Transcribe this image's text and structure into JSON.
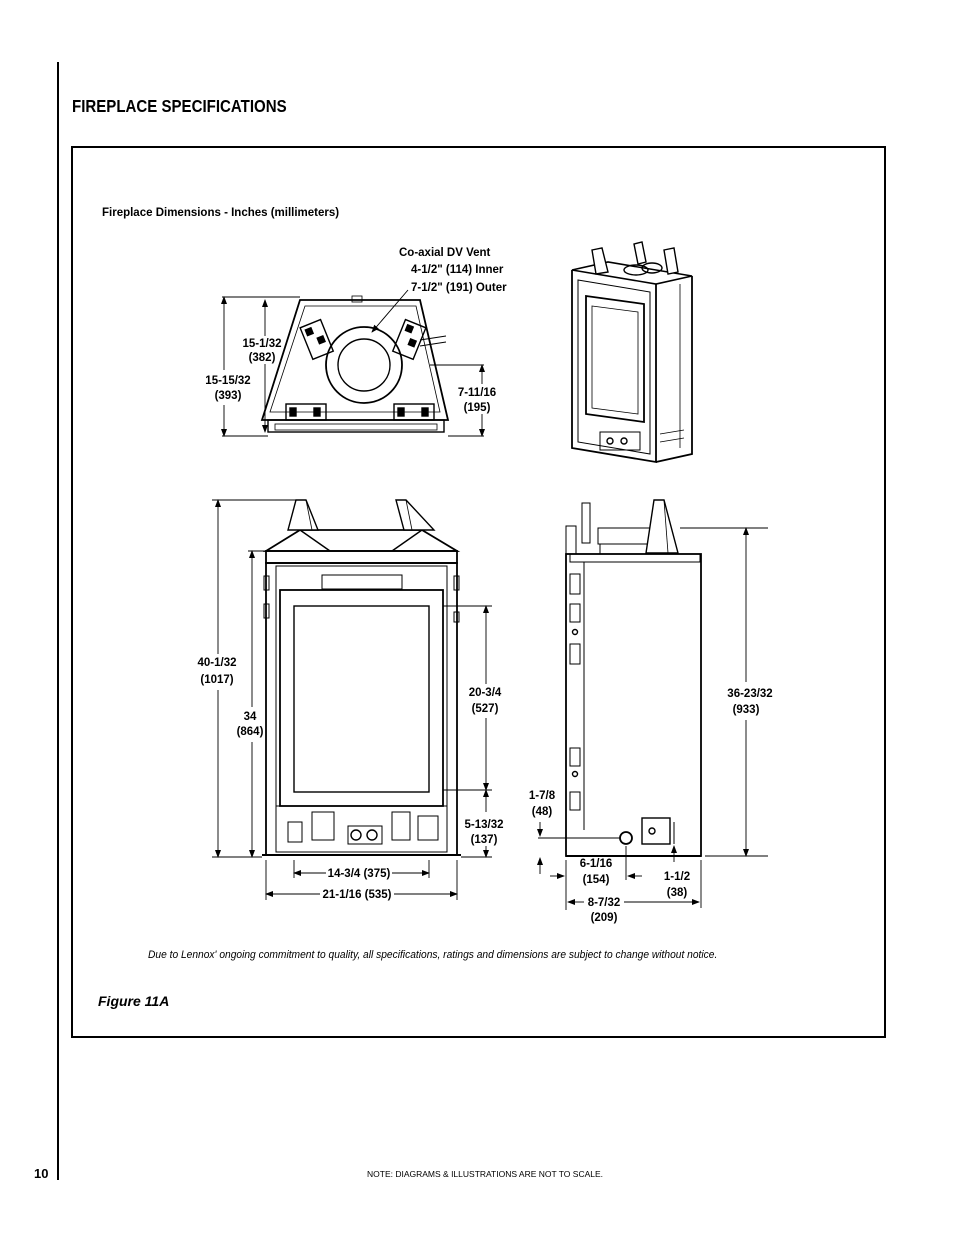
{
  "page": {
    "heading": "FIREPLACE SPECIFICATIONS",
    "page_number": "10",
    "footer_note": "NOTE: DIAGRAMS & ILLUSTRATIONS ARE NOT TO SCALE."
  },
  "figure": {
    "subtitle": "Fireplace Dimensions - Inches (millimeters)",
    "disclaimer": "Due to Lennox' ongoing commitment to quality, all specifications, ratings and dimensions are subject to change without notice.",
    "caption": "Figure 11A"
  },
  "top_view": {
    "vent_title": "Co-axial DV Vent",
    "vent_inner": "4-1/2\" (114) Inner",
    "vent_outer": "7-1/2\" (191) Outer",
    "dim_depth_a": "15-1/32",
    "dim_depth_a_mm": "(382)",
    "dim_depth_b": "15-15/32",
    "dim_depth_b_mm": "(393)",
    "dim_vent_center": "7-11/16",
    "dim_vent_center_mm": "(195)"
  },
  "front_view": {
    "dim_total_height": "40-1/32",
    "dim_total_height_mm": "(1017)",
    "dim_body_height": "34",
    "dim_body_height_mm": "(864)",
    "dim_glass_height": "20-3/4",
    "dim_glass_height_mm": "(527)",
    "dim_base_height": "5-13/32",
    "dim_base_height_mm": "(137)",
    "dim_glass_width": "14-3/4 (375)",
    "dim_total_width": "21-1/16 (535)"
  },
  "side_view": {
    "dim_height": "36-23/32",
    "dim_height_mm": "(933)",
    "dim_gas_height": "1-7/8",
    "dim_gas_height_mm": "(48)",
    "dim_gas_offset": "6-1/16",
    "dim_gas_offset_mm": "(154)",
    "dim_gas_depth": "8-7/32",
    "dim_gas_depth_mm": "(209)",
    "dim_rear_offset": "1-1/2",
    "dim_rear_offset_mm": "(38)"
  }
}
